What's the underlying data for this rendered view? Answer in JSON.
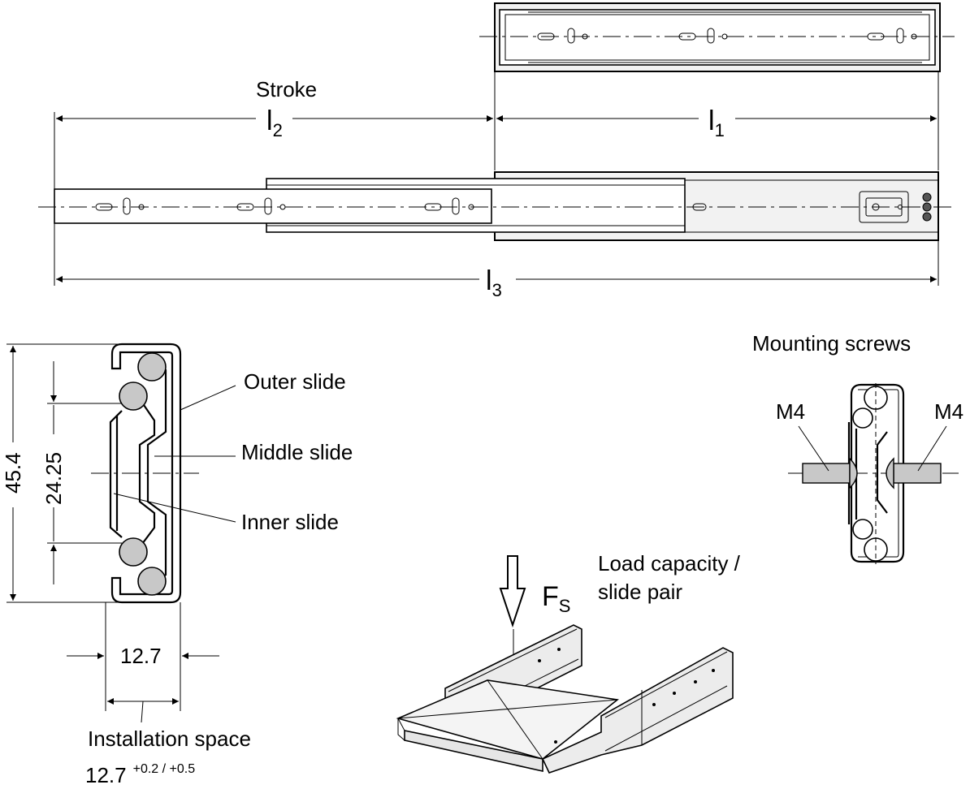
{
  "labels": {
    "stroke": "Stroke",
    "l1": "l",
    "l1_sub": "1",
    "l2": "l",
    "l2_sub": "2",
    "l3": "l",
    "l3_sub": "3",
    "outer_slide": "Outer slide",
    "middle_slide": "Middle slide",
    "inner_slide": "Inner slide",
    "mounting_screws": "Mounting screws",
    "m4_left": "M4",
    "m4_right": "M4",
    "load_capacity_line1": "Load capacity /",
    "load_capacity_line2": "slide pair",
    "fs": "F",
    "fs_sub": "S",
    "installation_space": "Installation space"
  },
  "dimensions": {
    "height_total": "45.4",
    "ball_spacing": "24.25",
    "width": "12.7",
    "install_value": "12.7",
    "install_tolerance": "+0.2 / +0.5"
  }
}
